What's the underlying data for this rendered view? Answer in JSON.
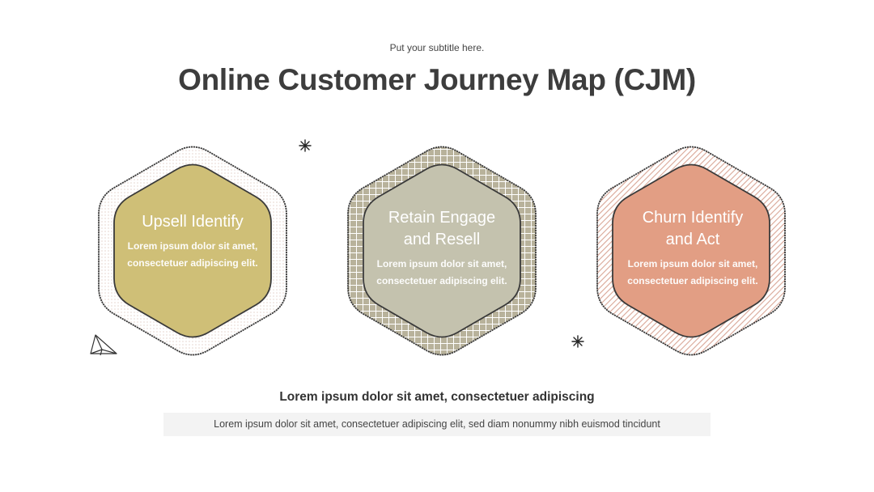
{
  "header": {
    "subtitle": "Put your subtitle here.",
    "title": "Online Customer Journey Map (CJM)"
  },
  "stages": [
    {
      "title_line1": "Upsell Identify",
      "title_line2": "",
      "body": "Lorem ipsum dolor sit amet, consectetuer adipiscing elit.",
      "color": "#CFBF77",
      "pattern": "dots"
    },
    {
      "title_line1": "Retain Engage",
      "title_line2": "and Resell",
      "body": "Lorem ipsum dolor sit amet, consectetuer adipiscing elit.",
      "color": "#C4C2AE",
      "pattern": "grid"
    },
    {
      "title_line1": "Churn Identify",
      "title_line2": "and Act",
      "body": "Lorem ipsum dolor sit amet, consectetuer adipiscing elit.",
      "color": "#E29E84",
      "pattern": "diagonal-lines"
    }
  ],
  "footer": {
    "heading": "Lorem ipsum dolor sit amet, consectetuer adipiscing",
    "body": "Lorem ipsum dolor sit amet, consectetuer adipiscing elit, sed diam nonummy nibh euismod tincidunt"
  },
  "decorations": [
    "asterisk-icon",
    "paper-plane-icon",
    "asterisk-icon"
  ],
  "colors": {
    "outline": "#3a3a3a",
    "title": "#3d3d3d"
  }
}
